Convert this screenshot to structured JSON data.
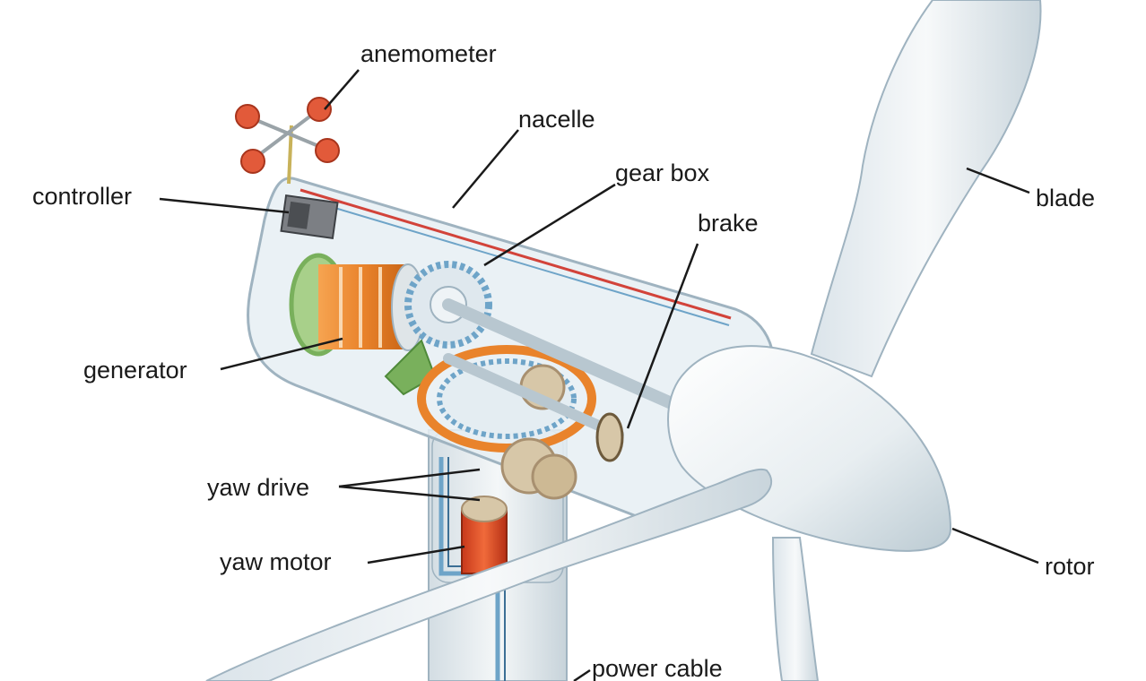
{
  "labels": {
    "anemometer": "anemometer",
    "nacelle": "nacelle",
    "controller": "controller",
    "gear_box": "gear box",
    "brake": "brake",
    "blade": "blade",
    "generator": "generator",
    "yaw_drive": "yaw drive",
    "yaw_motor": "yaw motor",
    "rotor": "rotor",
    "power_cable": "power cable"
  },
  "colors": {
    "leader_line": "#1a1a1a",
    "shell": "#e6eef3",
    "shell_edge": "#9fb3c0",
    "copper": "#e9832b",
    "gear": "#d7c7a8",
    "motor": "#e2512a",
    "cable_red": "#d2433a",
    "cable_blue": "#6ea4c8",
    "cone": "#f5f7f8",
    "green": "#79b05c"
  }
}
